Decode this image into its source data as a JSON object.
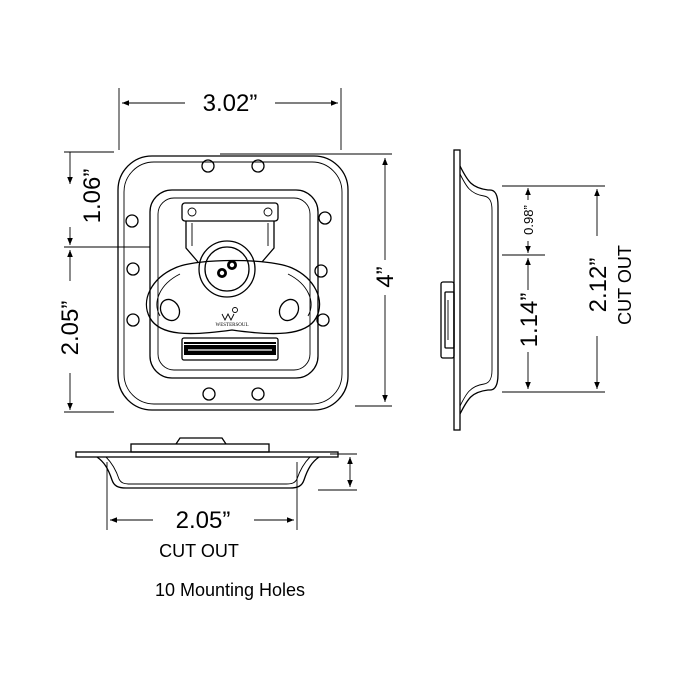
{
  "dimensions": {
    "top_width": "3.02”",
    "upper_height": "1.06”",
    "lower_height": "2.05”",
    "total_height": "4”",
    "side_small": "0.98”",
    "side_mid": "1.14”",
    "side_cutout_value": "2.12”",
    "side_cutout_label": "CUT OUT",
    "bottom_width": "2.05”",
    "bottom_cutout_label": "CUT OUT"
  },
  "notes": {
    "mounting_holes": "10 Mounting Holes"
  },
  "logo": {
    "text": "WESTERSOUL"
  }
}
